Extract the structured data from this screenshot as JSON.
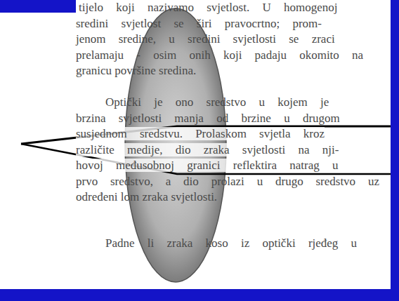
{
  "diagram": {
    "labels": [
      "tijelo koji nazivamo svjetlost. U homogenoj",
      "sredini svjetlost se širi pravocrtno; prom-",
      "jenom sredine, u sredini svjetlosti se zraci",
      "prelamaju - osim onih koji padaju okomito na",
      "granicu površine sredina.",
      "Optički je ono sredstvo u kojem je",
      "brzina svjetlosti manja od brzine u drugom",
      "susjednom sredstvu. Prolaskom svjetla kroz",
      "različite medije, dio zraka svjetlosti na nji-",
      "hovoj međusobnoj granici reflektira natrag u",
      "prvo sredstvo, a dio prolazi u drugo sredstvo uz",
      "određeni lom zraka svjetlosti.",
      "Padne li zraka koso iz optički rjeđeg u"
    ]
  }
}
